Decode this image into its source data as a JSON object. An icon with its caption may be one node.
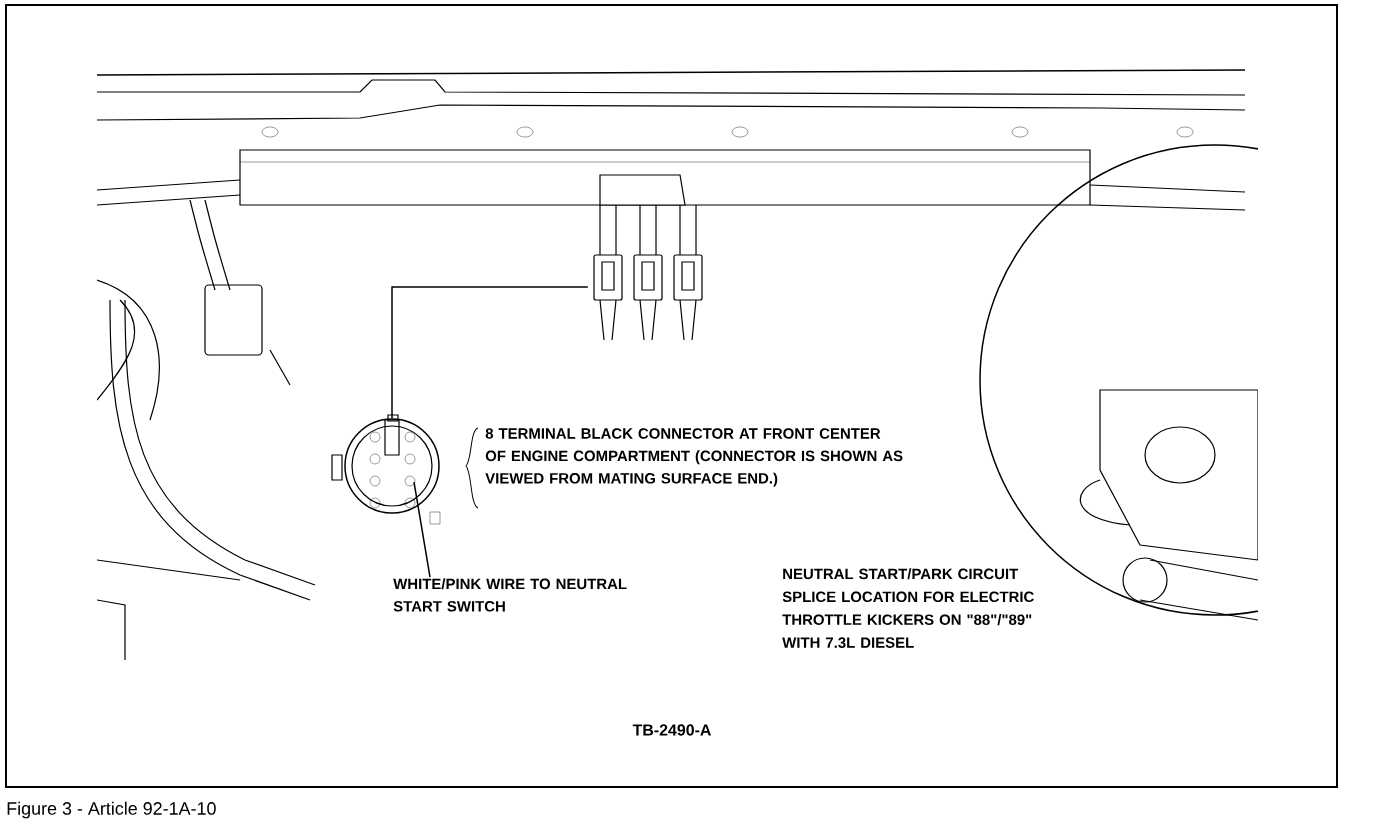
{
  "diagram": {
    "caption": "Figure 3 - Article 92-1A-10",
    "nodes": [
      {
        "text": [],
        "shape": "circle",
        "beside": [
          "8 TERMINAL BLACK CONNECTOR AT FRONT CENTER OF ENGINE COMPARTMENT (CONNECTOR IS SHOWN AS VIEWED FROM MATING SURFACE END.)"
        ]
      },
      {
        "text": [],
        "shape": "picture"
      },
      {
        "text": [
          "WHITE/PINK WIRE TO NEUTRAL START SWITCH"
        ]
      }
    ],
    "edges": [
      {
        "from": 0,
        "to": 1,
        "arrow": "none"
      },
      {
        "from": 2,
        "to": 0,
        "arrow": "none"
      }
    ],
    "labels": [
      "NEUTRAL START/PARK CIRCUIT SPLICE LOCATION FOR ELECTRIC THROTTLE KICKERS ON \"88\"/\"89\" WITH 7.3L DIESEL",
      "TB-2490-A"
    ]
  }
}
